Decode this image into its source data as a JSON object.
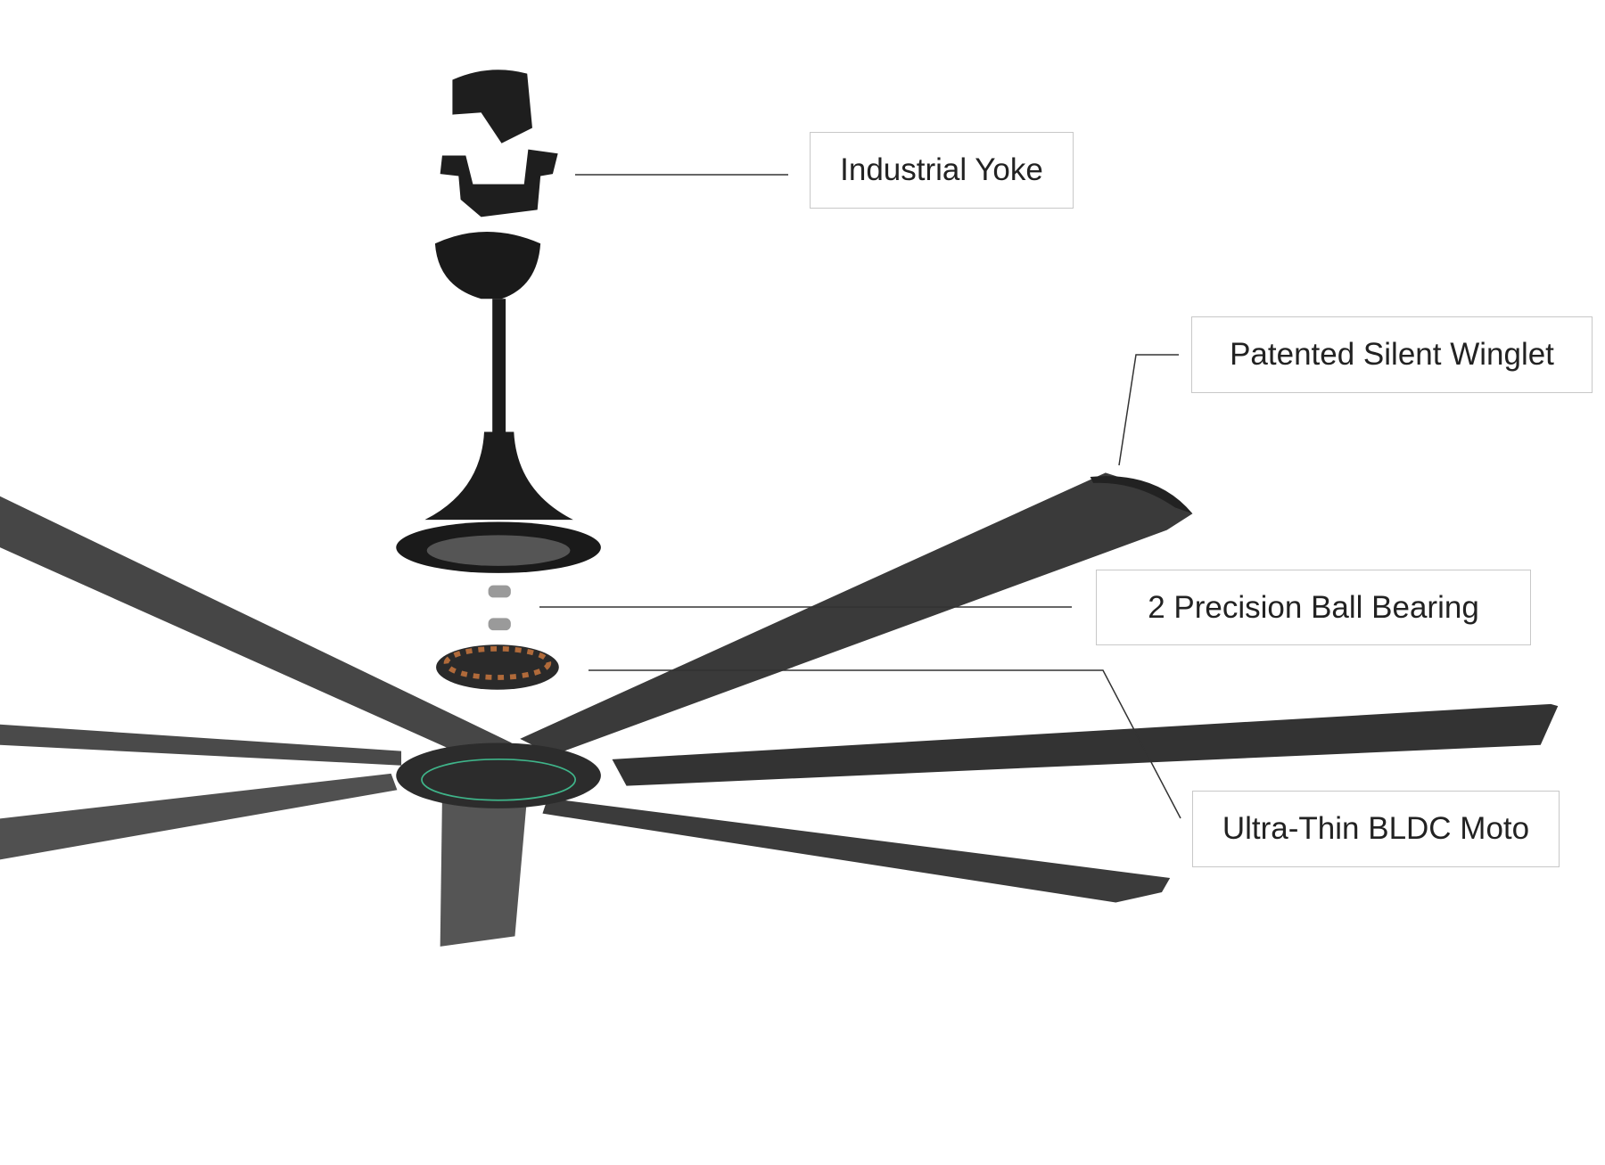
{
  "callouts": {
    "yoke": "Industrial Yoke",
    "winglet": "Patented Silent Winglet",
    "bearing": "2 Precision Ball Bearing",
    "motor": "Ultra-Thin BLDC Moto"
  },
  "colors": {
    "blade": "#3d3d3d",
    "part": "#1e1e1e",
    "ring": "#3fb58a",
    "leader": "#333333",
    "box_border": "#c8c8c8"
  }
}
